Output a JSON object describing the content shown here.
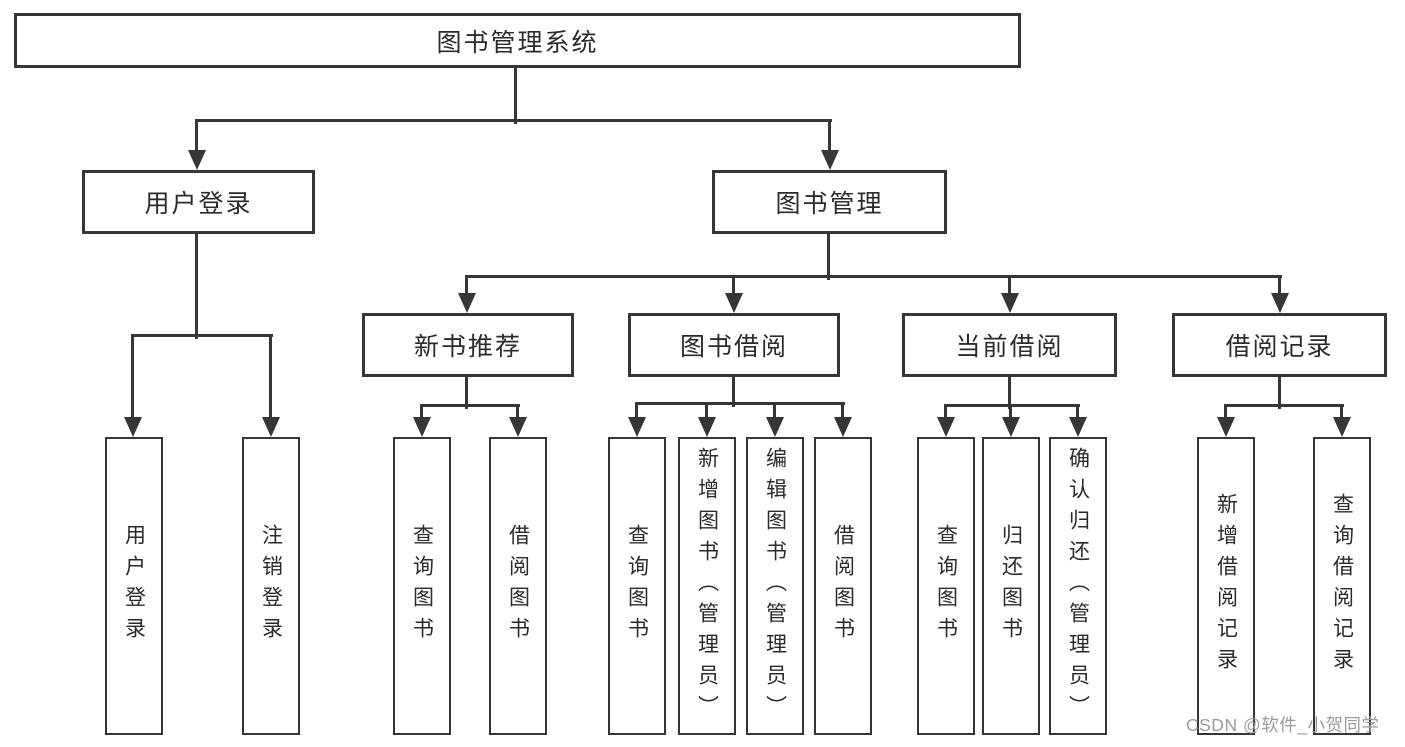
{
  "nodes": {
    "root": "图书管理系统",
    "user_login": "用户登录",
    "book_mgmt": "图书管理",
    "new_book_rec": "新书推荐",
    "book_borrow": "图书借阅",
    "current_borrow": "当前借阅",
    "borrow_record": "借阅记录",
    "leaf_user_login": "用户登录",
    "leaf_logout": "注销登录",
    "leaf_query_book_1": "查询图书",
    "leaf_borrow_book_1": "借阅图书",
    "leaf_query_book_2": "查询图书",
    "leaf_add_book": "新增图书（管理员）",
    "leaf_edit_book": "编辑图书（管理员）",
    "leaf_borrow_book_2": "借阅图书",
    "leaf_query_book_3": "查询图书",
    "leaf_return_book": "归还图书",
    "leaf_confirm_return": "确认归还（管理员）",
    "leaf_add_record": "新增借阅记录",
    "leaf_query_record": "查询借阅记录"
  },
  "hierarchy": {
    "图书管理系统": [
      "用户登录",
      "图书管理"
    ],
    "用户登录": [
      "用户登录",
      "注销登录"
    ],
    "图书管理": [
      "新书推荐",
      "图书借阅",
      "当前借阅",
      "借阅记录"
    ],
    "新书推荐": [
      "查询图书",
      "借阅图书"
    ],
    "图书借阅": [
      "查询图书",
      "新增图书（管理员）",
      "编辑图书（管理员）",
      "借阅图书"
    ],
    "当前借阅": [
      "查询图书",
      "归还图书",
      "确认归还（管理员）"
    ],
    "借阅记录": [
      "新增借阅记录",
      "查询借阅记录"
    ]
  },
  "watermark": "CSDN @软件_小贺同学",
  "colors": {
    "line": "#363636",
    "text": "#2b2b2b",
    "box_background": "#ffffff",
    "page_background": "#ffffff",
    "watermark": "#9c9c9c"
  }
}
